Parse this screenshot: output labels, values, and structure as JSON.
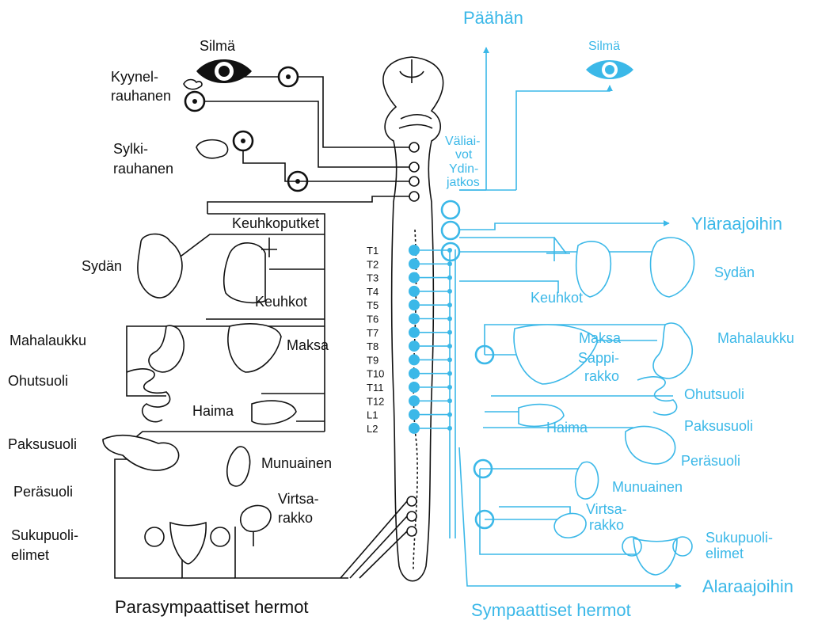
{
  "colors": {
    "parasympathetic": "#111111",
    "sympathetic": "#3bb8e8"
  },
  "para": {
    "title": "Parasympaattiset hermot",
    "silma": "Silmä",
    "kyynel": [
      "Kyynel-",
      "rauhanen"
    ],
    "sylki": [
      "Sylki-",
      "rauhanen"
    ],
    "keuhkoputket": "Keuhkoputket",
    "sydan": "Sydän",
    "keuhkot": "Keuhkot",
    "mahalaukku": "Mahalaukku",
    "maksa": "Maksa",
    "ohutsuoli": "Ohutsuoli",
    "haima": "Haima",
    "paksusuoli": "Paksusuoli",
    "munuainen": "Munuainen",
    "perasuoli": "Peräsuoli",
    "virtsarakko": [
      "Virtsa-",
      "rakko"
    ],
    "sukupuolielimet": [
      "Sukupuoli-",
      "elimet"
    ]
  },
  "symp": {
    "title": "Sympaattiset hermot",
    "paahan": "Päähän",
    "silma": "Silmä",
    "valiaivot": [
      "Väliai-",
      "vot"
    ],
    "ydinjatkos": [
      "Ydin-",
      "jatkos"
    ],
    "ylaraajoihin": "Yläraajoihin",
    "sydan": "Sydän",
    "keuhkot": "Keuhkot",
    "maksa": "Maksa",
    "sappirakko": [
      "Sappi-",
      "rakko"
    ],
    "mahalaukku": "Mahalaukku",
    "ohutsuoli": "Ohutsuoli",
    "haima": "Haima",
    "paksusuoli": "Paksusuoli",
    "perasuoli": "Peräsuoli",
    "munuainen": "Munuainen",
    "virtsarakko": [
      "Virtsa-",
      "rakko"
    ],
    "sukupuolielimet": [
      "Sukupuoli-",
      "elimet"
    ],
    "alaraajoihin": "Alaraajoihin"
  },
  "segments": [
    "T1",
    "T2",
    "T3",
    "T4",
    "T5",
    "T6",
    "T7",
    "T8",
    "T9",
    "T10",
    "T11",
    "T12",
    "L1",
    "L2"
  ]
}
